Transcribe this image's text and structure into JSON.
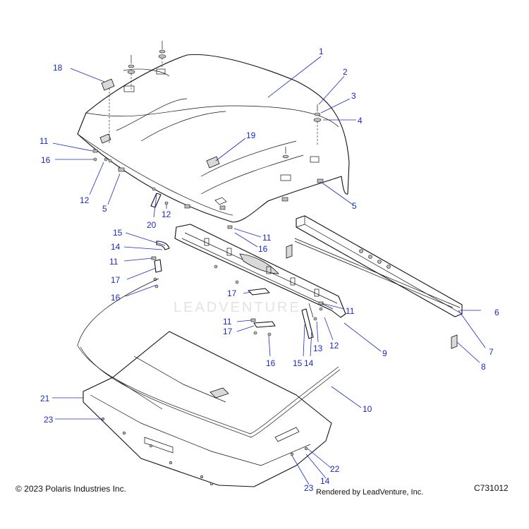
{
  "footer": {
    "copyright": "© 2023 Polaris Industries Inc.",
    "rendered_by": "Rendered by LeadVenture, Inc.",
    "diagram_code": "C731012"
  },
  "watermark": "LEADVENTURE",
  "callouts": [
    {
      "id": "c1",
      "label": "1"
    },
    {
      "id": "c2",
      "label": "2"
    },
    {
      "id": "c3",
      "label": "3"
    },
    {
      "id": "c4",
      "label": "4"
    },
    {
      "id": "c5a",
      "label": "5"
    },
    {
      "id": "c5b",
      "label": "5"
    },
    {
      "id": "c6",
      "label": "6"
    },
    {
      "id": "c7",
      "label": "7"
    },
    {
      "id": "c8",
      "label": "8"
    },
    {
      "id": "c9",
      "label": "9"
    },
    {
      "id": "c10",
      "label": "10"
    },
    {
      "id": "c11a",
      "label": "11"
    },
    {
      "id": "c11b",
      "label": "11"
    },
    {
      "id": "c11c",
      "label": "11"
    },
    {
      "id": "c11d",
      "label": "11"
    },
    {
      "id": "c11e",
      "label": "11"
    },
    {
      "id": "c12a",
      "label": "12"
    },
    {
      "id": "c12b",
      "label": "12"
    },
    {
      "id": "c12c",
      "label": "12"
    },
    {
      "id": "c13",
      "label": "13"
    },
    {
      "id": "c14a",
      "label": "14"
    },
    {
      "id": "c14b",
      "label": "14"
    },
    {
      "id": "c14c",
      "label": "14"
    },
    {
      "id": "c15a",
      "label": "15"
    },
    {
      "id": "c15b",
      "label": "15"
    },
    {
      "id": "c16a",
      "label": "16"
    },
    {
      "id": "c16b",
      "label": "16"
    },
    {
      "id": "c16c",
      "label": "16"
    },
    {
      "id": "c16d",
      "label": "16"
    },
    {
      "id": "c17a",
      "label": "17"
    },
    {
      "id": "c17b",
      "label": "17"
    },
    {
      "id": "c17c",
      "label": "17"
    },
    {
      "id": "c18",
      "label": "18"
    },
    {
      "id": "c19",
      "label": "19"
    },
    {
      "id": "c20",
      "label": "20"
    },
    {
      "id": "c21",
      "label": "21"
    },
    {
      "id": "c22",
      "label": "22"
    },
    {
      "id": "c23a",
      "label": "23"
    },
    {
      "id": "c23b",
      "label": "23"
    }
  ]
}
